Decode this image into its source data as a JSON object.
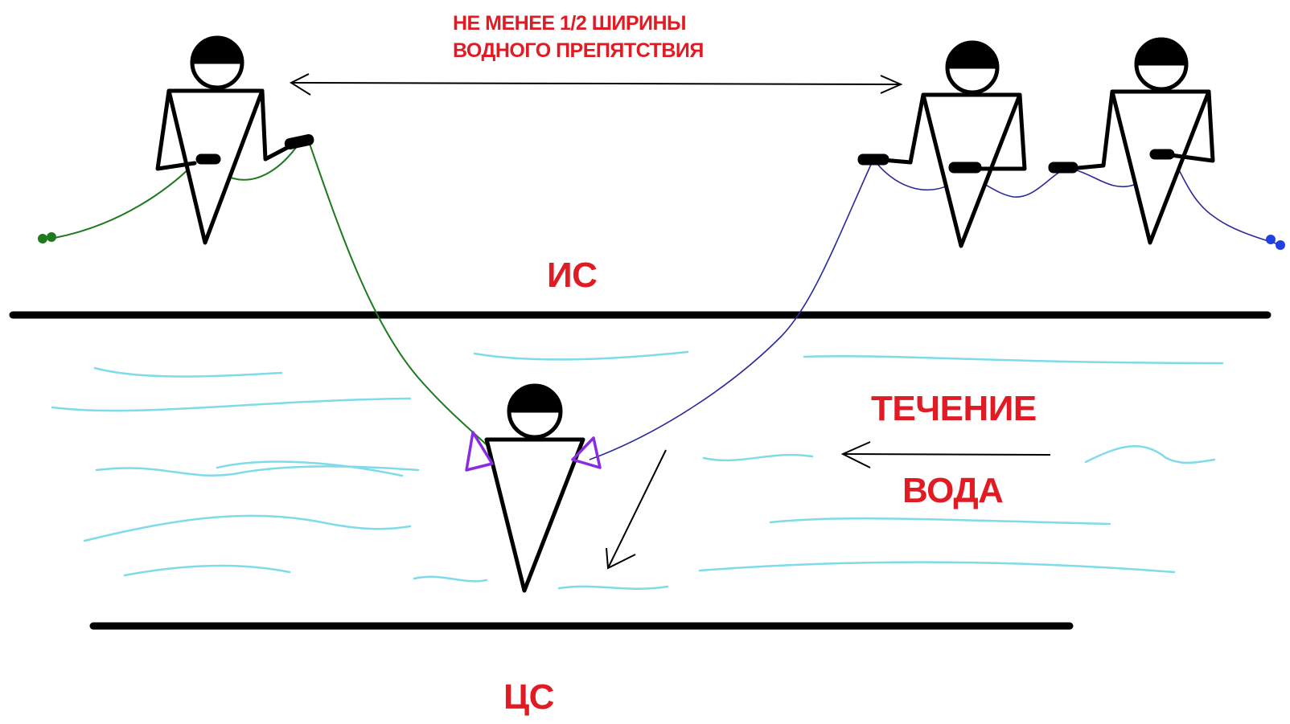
{
  "labels": {
    "distance_line1": "НЕ МЕНЕЕ 1/2 ШИРИНЫ",
    "distance_line2": "ВОДНОГО ПРЕПЯТСТВИЯ",
    "start_bank": "ИС",
    "target_bank": "ЦС",
    "current": "ТЕЧЕНИЕ",
    "water": "ВОДА"
  },
  "colors": {
    "label_red": "#e01b24",
    "bank_line": "#000000",
    "water_waves": "#7fdbe9",
    "green_rope": "#1e7a1e",
    "blue_rope": "#2a2a9a",
    "float_purple": "#8a2be2",
    "figure": "#000000"
  },
  "figures": [
    "left-belayer",
    "right-belayer-1",
    "right-belayer-2",
    "swimmer"
  ]
}
